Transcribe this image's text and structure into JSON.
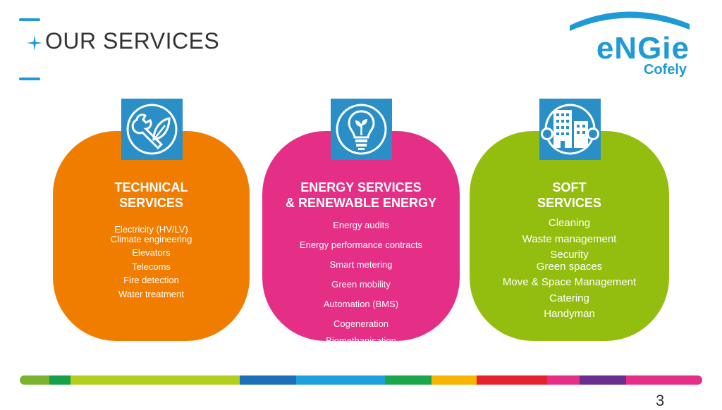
{
  "slide": {
    "title": "OUR SERVICES",
    "page_number": "3"
  },
  "logo": {
    "word": "eNGie",
    "sub": "Cofely"
  },
  "cards": [
    {
      "color": "#f07d00",
      "icon": "tools-leaf-icon",
      "title_line1": "TECHNICAL",
      "title_line2": "SERVICES",
      "items": [
        "Electricity (HV/LV)",
        "Climate engineering",
        "Elevators",
        "Telecoms",
        "Fire detection",
        "Water treatment"
      ]
    },
    {
      "color": "#e52f86",
      "icon": "lightbulb-sprout-icon",
      "title_line1": "ENERGY SERVICES",
      "title_line2": "& RENEWABLE ENERGY",
      "items": [
        "Energy audits",
        "Energy performance contracts",
        "Smart metering",
        "Green mobility",
        "Automation (BMS)",
        "Cogeneration",
        "Biomethanisation"
      ]
    },
    {
      "color": "#94be0f",
      "icon": "buildings-icon",
      "title_line1": "SOFT",
      "title_line2": "SERVICES",
      "items": [
        "Cleaning",
        "Waste management",
        "Security",
        "Green spaces",
        "Move & Space Management",
        "Catering",
        "Handyman"
      ]
    }
  ],
  "bar_colors": [
    "#7ab32e",
    "#16a04a",
    "#b3ce1d",
    "#1d6fb8",
    "#1ea0dc",
    "#1aa64a",
    "#f7b500",
    "#e5232e",
    "#e52f86",
    "#6b2e8f",
    "#e52f86"
  ]
}
